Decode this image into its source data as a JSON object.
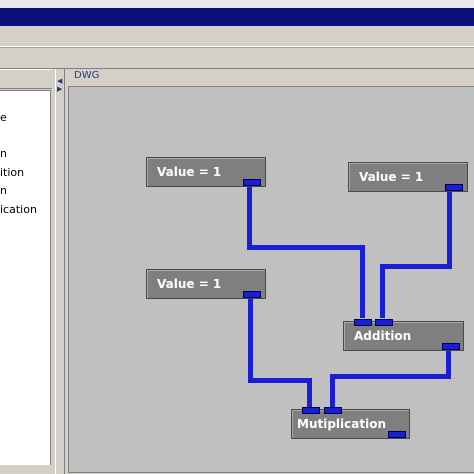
{
  "panel": {
    "title": "DWG"
  },
  "tree": {
    "items": [
      "e",
      "n",
      "ition",
      "n",
      "ication"
    ]
  },
  "nodes": {
    "value1": "Value = 1",
    "value2": "Value = 1",
    "value3": "Value = 1",
    "addition": "Addition",
    "multiplication": "Mutiplication"
  },
  "colors": {
    "title_bar": "#0a1078",
    "wire": "#1a1fd6",
    "node_fill": "#7f7f7f",
    "canvas": "#c0c0c0"
  }
}
